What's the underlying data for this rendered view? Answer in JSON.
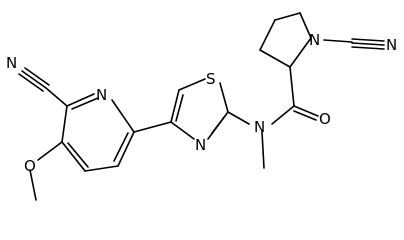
{
  "molecule": {
    "atom_labels": {
      "n_nitrile_left": "N",
      "n_pyridine": "N",
      "o_methoxy": "O",
      "s_thiazole": "S",
      "n_thiazole": "N",
      "n_amide": "N",
      "o_carbonyl": "O",
      "n_pyrrolidine": "N",
      "n_nitrile_right": "N"
    }
  }
}
